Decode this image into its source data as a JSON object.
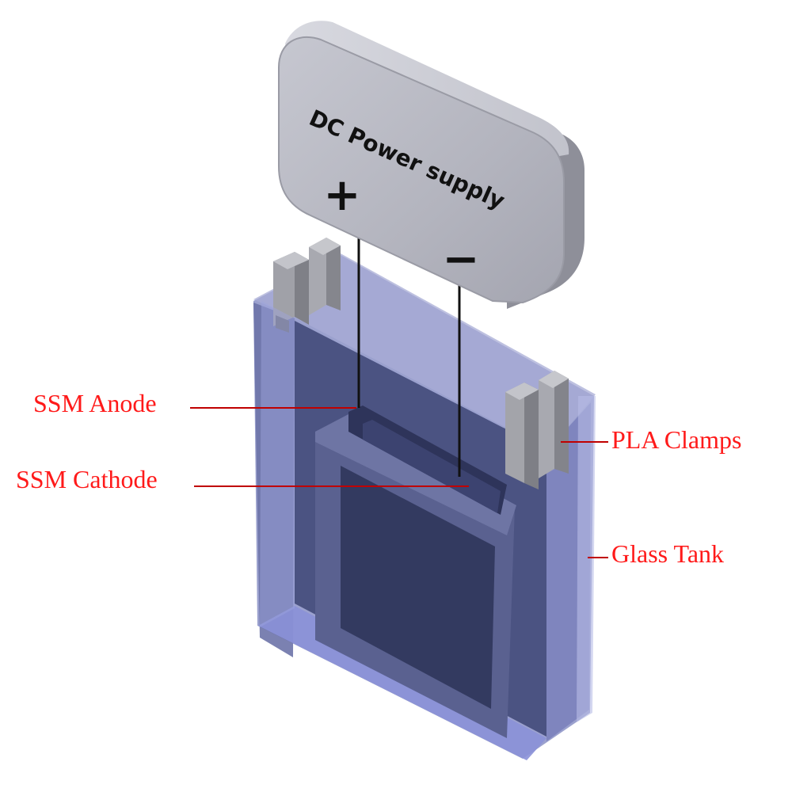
{
  "power_supply": {
    "label": "DC Power supply",
    "positive_symbol": "+",
    "negative_symbol": "−"
  },
  "callouts": {
    "anode": "SSM Anode",
    "cathode": "SSM Cathode",
    "clamps": "PLA Clamps",
    "tank": "Glass Tank"
  },
  "colors": {
    "callout_text": "#ff1a1a",
    "leader_line": "#c00000",
    "psu_body": "#b8b9c3",
    "glass": "#8c93cf",
    "clamp": "#8f9096",
    "mesh": "#3a4068"
  }
}
